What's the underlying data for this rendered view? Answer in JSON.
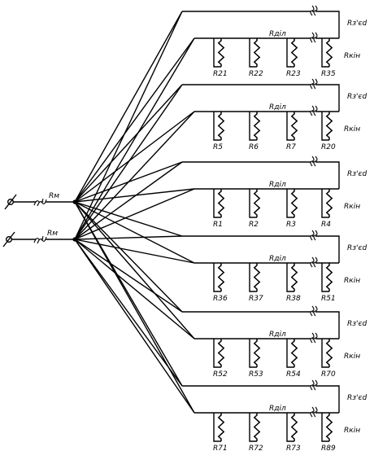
{
  "diagram": {
    "colors": {
      "line": "#000000",
      "background": "#ffffff"
    },
    "input_wire_label": "Rм",
    "groups": [
      {
        "common_label": "Rз'єd",
        "div_label": "Rділ",
        "end_label": "Rкін",
        "resistors": [
          "R21",
          "R22",
          "R23",
          "R35"
        ],
        "broken": true
      },
      {
        "common_label": "Rз'єd",
        "div_label": "Rділ",
        "end_label": "Rкін",
        "resistors": [
          "R5",
          "R6",
          "R7",
          "R20"
        ],
        "broken": true
      },
      {
        "common_label": "Rз'єd",
        "div_label": "Rділ",
        "end_label": "Rкін",
        "resistors": [
          "R1",
          "R2",
          "R3",
          "R4"
        ],
        "broken": false
      },
      {
        "common_label": "Rз'єd",
        "div_label": "Rділ",
        "end_label": "Rкін",
        "resistors": [
          "R36",
          "R37",
          "R38",
          "R51"
        ],
        "broken": true
      },
      {
        "common_label": "Rз'єd",
        "div_label": "Rділ",
        "end_label": "Rкін",
        "resistors": [
          "R52",
          "R53",
          "R54",
          "R70"
        ],
        "broken": true
      },
      {
        "common_label": "Rз'єd",
        "div_label": "Rділ",
        "end_label": "Rкін",
        "resistors": [
          "R71",
          "R72",
          "R73",
          "R89"
        ],
        "broken": true
      }
    ]
  }
}
